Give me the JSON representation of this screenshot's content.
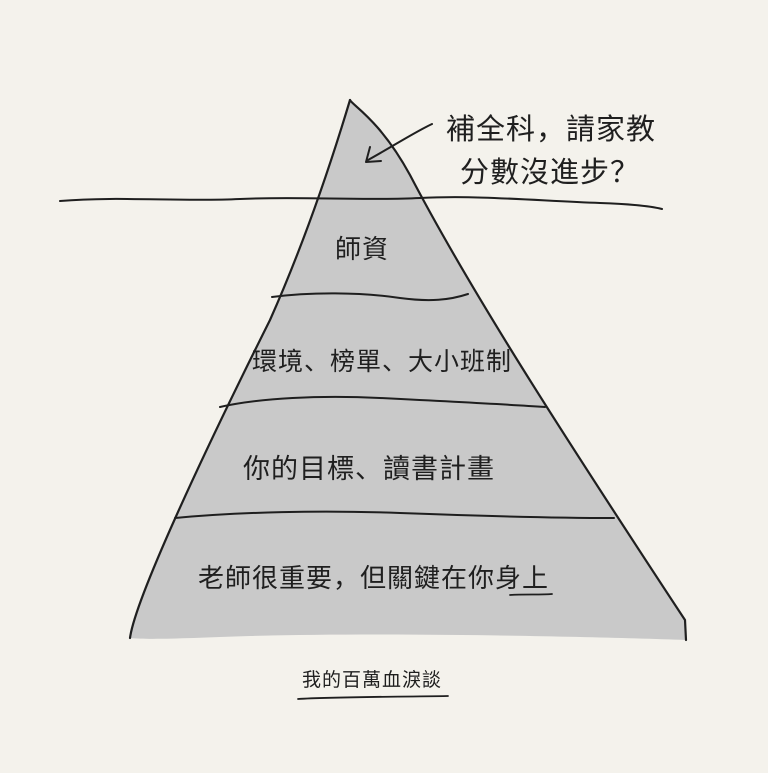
{
  "colors": {
    "background": "#f4f2ec",
    "pyramid_fill": "#c9c9c9",
    "ink": "#1f1f1f"
  },
  "annotation": {
    "line1": "補全科，請家教",
    "line2": "分數沒進步？"
  },
  "layers": [
    {
      "label": "師資"
    },
    {
      "label": "環境、榜單、大小班制"
    },
    {
      "label": "你的目標、讀書計畫"
    },
    {
      "label": "老師很重要，但關鍵在你身上"
    }
  ],
  "caption": "我的百萬血淚談"
}
